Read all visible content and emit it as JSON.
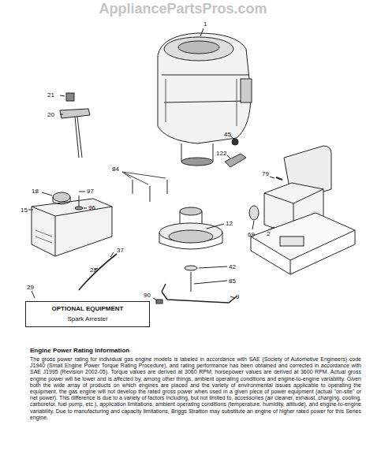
{
  "diagram": {
    "nodes": [
      {
        "text": [
          "OPTIONAL EQUIPMENT",
          "Spark Arrester"
        ]
      }
    ],
    "labels": [
      "AppliancePartsPros.com",
      "1",
      "21",
      "20",
      "45",
      "122",
      "84",
      "79",
      "18",
      "97",
      "96",
      "15",
      "12",
      "37",
      "28",
      "69",
      "2",
      "42",
      "85",
      "29",
      "90",
      "9",
      "Engine Power Rating Information",
      "The gross power rating for individual gas engine models is labeled in accordance with SAE (Society of Automotive Engineers) code J1940 (Small Engine Power  Torque Rating Procedure), and rating performance has been obtained and corrected in accordance with SAE J1995 (Revision 2002-05). Torque values are derived at 3060 RPM; horsepower values are derived at 3600 RPM. Actual gross engine power will be lower and is affected by, among other things, ambient operating conditions and engine-to-engine variability. Given both the wide array of products on which engines are placed and the variety of environmental issues applicable to operating the equipment, the gas engine will not develop the rated gross power when used in a given piece of power equipment (actual \"on-site\" or net power). This difference is due to a variety of factors including, but not limited to, accessories (air cleaner, exhaust, charging, cooling, carburetor, fuel pump, etc.), application limitations, ambient operating conditions (temperature, humidity, altitude), and engine-to-engine variability. Due to manufacturing and capacity limitations, Briggs  Stratton may substitute an engine of higher rated power for this Series engine."
    ]
  }
}
